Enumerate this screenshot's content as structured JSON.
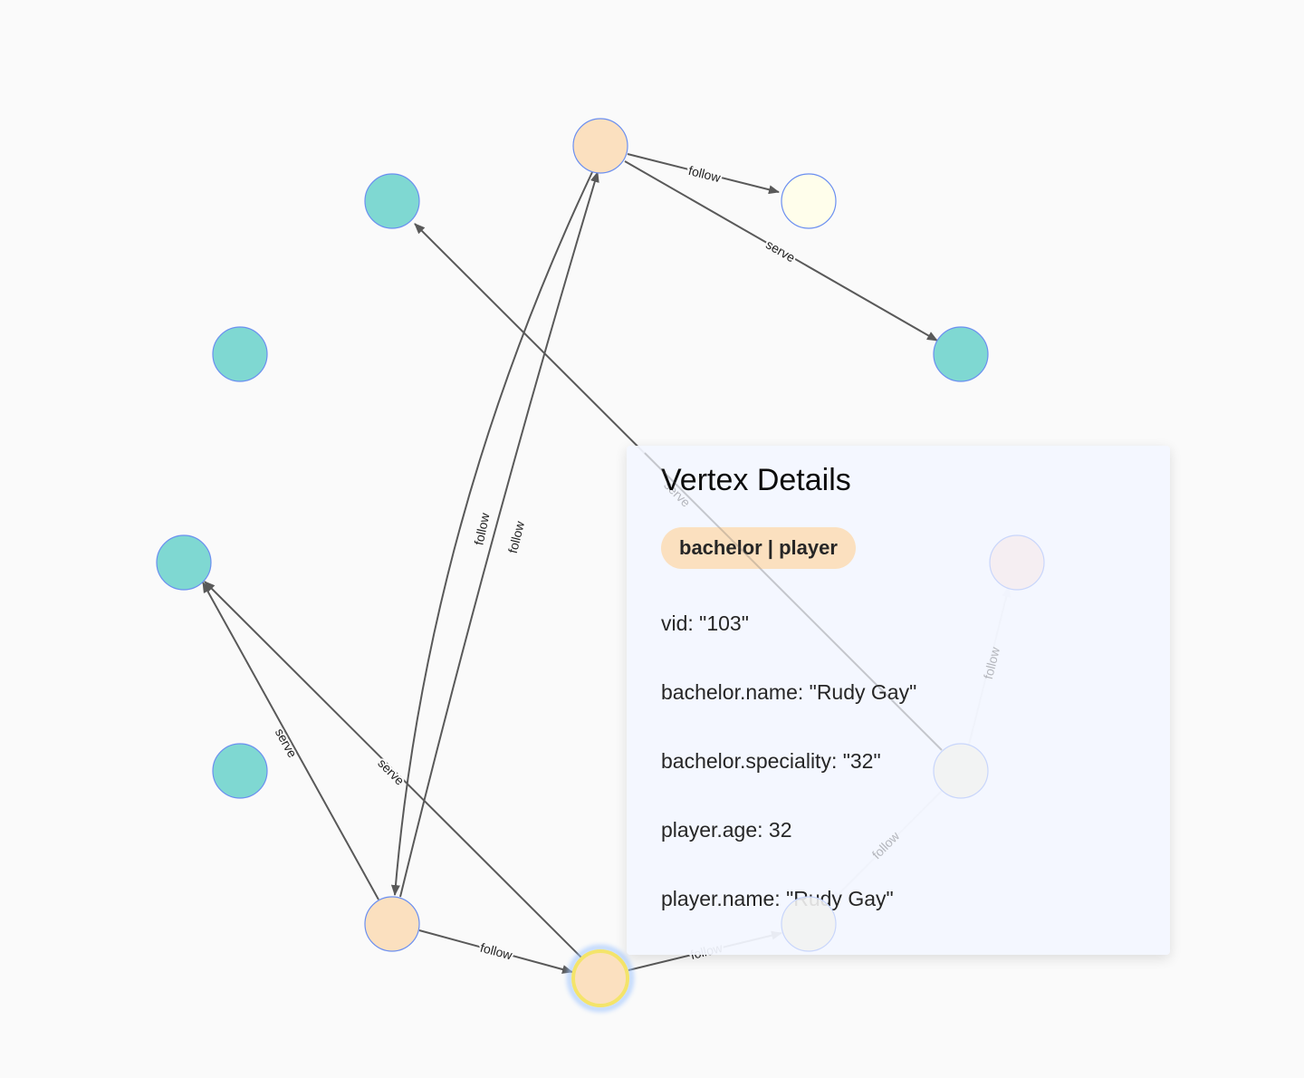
{
  "panel": {
    "title": "Vertex Details",
    "tag": "bachelor | player",
    "properties": [
      "vid: \"103\"",
      "bachelor.name: \"Rudy Gay\"",
      "bachelor.speciality: \"32\"",
      "player.age: 32",
      "player.name: \"Rudy Gay\""
    ]
  },
  "graph": {
    "colors": {
      "player_tag": "#fbe0bf",
      "team_tag": "#7fd8d2",
      "light_yellow": "#fffeeb",
      "faded": "#f2f2f2",
      "faded_pink": "#f5ecf0",
      "edge": "#595959",
      "selected_ring": "#f4e46a"
    },
    "edge_labels": {
      "follow": "follow",
      "serve": "serve"
    }
  }
}
